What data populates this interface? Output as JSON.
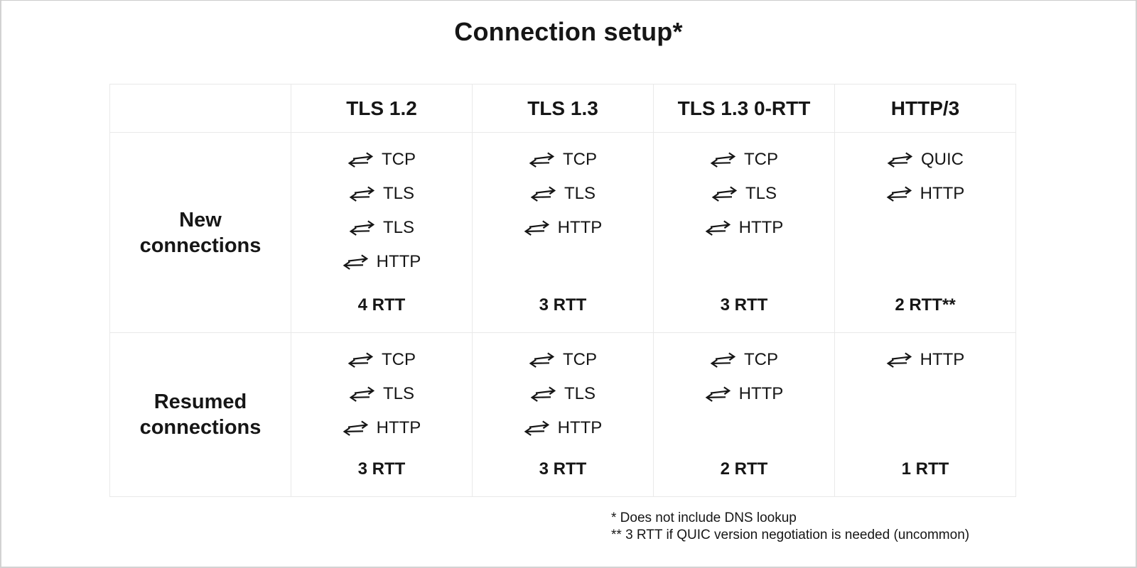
{
  "page": {
    "title": "Connection setup*"
  },
  "table": {
    "column_headers": [
      "",
      "TLS 1.2",
      "TLS 1.3",
      "TLS 1.3 0-RTT",
      "HTTP/3"
    ],
    "rows": [
      {
        "label": "New connections",
        "cells": [
          {
            "steps": [
              "TCP",
              "TLS",
              "TLS",
              "HTTP"
            ],
            "rtt": "4 RTT"
          },
          {
            "steps": [
              "TCP",
              "TLS",
              "HTTP"
            ],
            "rtt": "3 RTT"
          },
          {
            "steps": [
              "TCP",
              "TLS",
              "HTTP"
            ],
            "rtt": "3 RTT"
          },
          {
            "steps": [
              "QUIC",
              "HTTP"
            ],
            "rtt": "2 RTT**"
          }
        ]
      },
      {
        "label": "Resumed connections",
        "cells": [
          {
            "steps": [
              "TCP",
              "TLS",
              "HTTP"
            ],
            "rtt": "3 RTT"
          },
          {
            "steps": [
              "TCP",
              "TLS",
              "HTTP"
            ],
            "rtt": "3 RTT"
          },
          {
            "steps": [
              "TCP",
              "HTTP"
            ],
            "rtt": "2 RTT"
          },
          {
            "steps": [
              "HTTP"
            ],
            "rtt": "1 RTT"
          }
        ]
      }
    ]
  },
  "icons": {
    "round_trip": "round-trip-arrows-icon"
  },
  "footnotes": [
    "* Does not include DNS lookup",
    "** 3 RTT if QUIC version negotiation is needed (uncommon)"
  ],
  "colors": {
    "background": "#ffffff",
    "text": "#161616",
    "grid_line": "#e9e9e9",
    "outer_border": "#d2d2d2"
  }
}
